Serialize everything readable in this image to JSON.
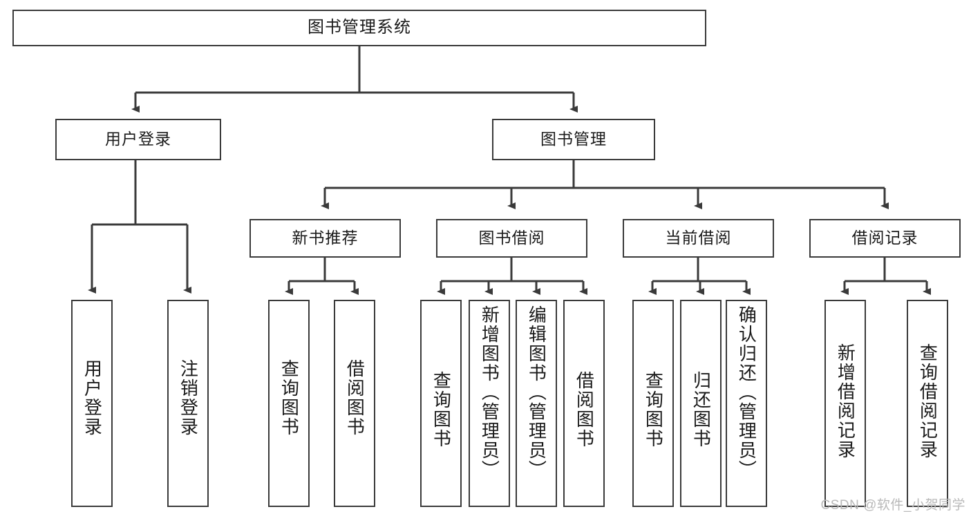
{
  "diagram": {
    "type": "tree",
    "title": "图书管理系统",
    "root": {
      "label": "图书管理系统"
    },
    "level1": [
      {
        "label": "用户登录"
      },
      {
        "label": "图书管理"
      }
    ],
    "level2": [
      {
        "label": "新书推荐"
      },
      {
        "label": "图书借阅"
      },
      {
        "label": "当前借阅"
      },
      {
        "label": "借阅记录"
      }
    ],
    "leaves": {
      "user_login": [
        {
          "label": "用户登录"
        },
        {
          "label": "注销登录"
        }
      ],
      "new_book_recommend": [
        {
          "label": "查询图书"
        },
        {
          "label": "借阅图书"
        }
      ],
      "book_borrow": [
        {
          "label": "查询图书"
        },
        {
          "label": "新增图书（管理员）"
        },
        {
          "label": "编辑图书（管理员）"
        },
        {
          "label": "借阅图书"
        }
      ],
      "current_borrow": [
        {
          "label": "查询图书"
        },
        {
          "label": "归还图书"
        },
        {
          "label": "确认归还（管理员）"
        }
      ],
      "borrow_record": [
        {
          "label": "新增借阅记录"
        },
        {
          "label": "查询借阅记录"
        }
      ]
    },
    "watermark": "CSDN @软件_小贺同学",
    "colors": {
      "stroke": "#3a3a3a",
      "text": "#1a1a1a",
      "background": "#ffffff",
      "watermark": "#b9b9b9"
    }
  }
}
